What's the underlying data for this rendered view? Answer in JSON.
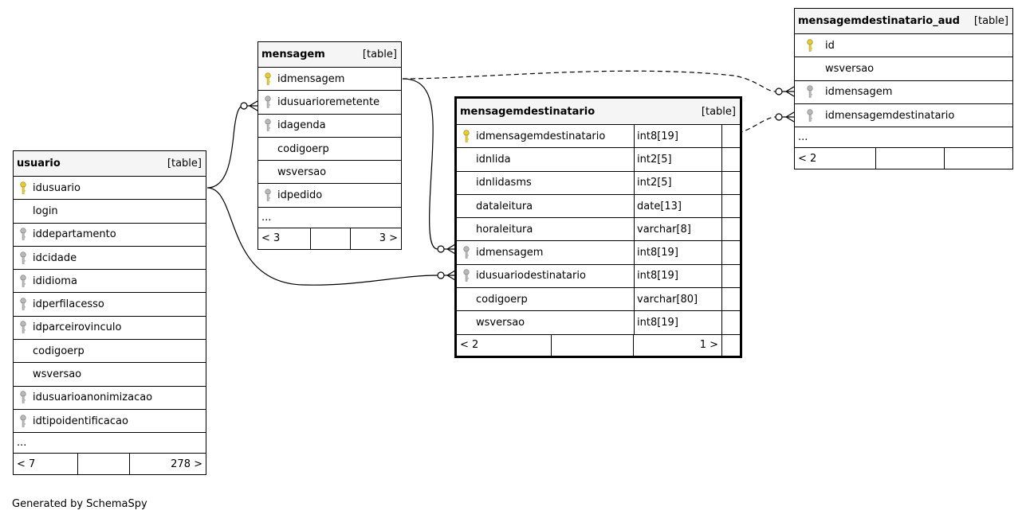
{
  "footer": "Generated by SchemaSpy",
  "tables": {
    "mensagemdestinatario_aud": {
      "name": "mensagemdestinatario_aud",
      "type": "[table]",
      "columns": [
        {
          "name": "id",
          "key": "primary"
        },
        {
          "name": "wsversao",
          "key": "none"
        },
        {
          "name": "idmensagem",
          "key": "foreign"
        },
        {
          "name": "idmensagemdestinatario",
          "key": "foreign"
        }
      ],
      "more": "...",
      "parents": "< 2",
      "children": ""
    },
    "mensagem": {
      "name": "mensagem",
      "type": "[table]",
      "columns": [
        {
          "name": "idmensagem",
          "key": "primary"
        },
        {
          "name": "idusuarioremetente",
          "key": "foreign"
        },
        {
          "name": "idagenda",
          "key": "foreign"
        },
        {
          "name": "codigoerp",
          "key": "none"
        },
        {
          "name": "wsversao",
          "key": "none"
        },
        {
          "name": "idpedido",
          "key": "foreign"
        }
      ],
      "more": "...",
      "parents": "< 3",
      "children": "3 >"
    },
    "mensagemdestinatario": {
      "name": "mensagemdestinatario",
      "type": "[table]",
      "columns": [
        {
          "name": "idmensagemdestinatario",
          "key": "primary",
          "datatype": "int8[19]"
        },
        {
          "name": "idnlida",
          "key": "none",
          "datatype": "int2[5]"
        },
        {
          "name": "idnlidasms",
          "key": "none",
          "datatype": "int2[5]"
        },
        {
          "name": "dataleitura",
          "key": "none",
          "datatype": "date[13]"
        },
        {
          "name": "horaleitura",
          "key": "none",
          "datatype": "varchar[8]"
        },
        {
          "name": "idmensagem",
          "key": "foreign",
          "datatype": "int8[19]"
        },
        {
          "name": "idusuariodestinatario",
          "key": "foreign",
          "datatype": "int8[19]"
        },
        {
          "name": "codigoerp",
          "key": "none",
          "datatype": "varchar[80]"
        },
        {
          "name": "wsversao",
          "key": "none",
          "datatype": "int8[19]"
        }
      ],
      "parents": "< 2",
      "children": "1 >"
    },
    "usuario": {
      "name": "usuario",
      "type": "[table]",
      "columns": [
        {
          "name": "idusuario",
          "key": "primary"
        },
        {
          "name": "login",
          "key": "none"
        },
        {
          "name": "iddepartamento",
          "key": "foreign"
        },
        {
          "name": "idcidade",
          "key": "foreign"
        },
        {
          "name": "ididioma",
          "key": "foreign"
        },
        {
          "name": "idperfilacesso",
          "key": "foreign"
        },
        {
          "name": "idparceirovinculo",
          "key": "foreign"
        },
        {
          "name": "codigoerp",
          "key": "none"
        },
        {
          "name": "wsversao",
          "key": "none"
        },
        {
          "name": "idusuarioanonimizacao",
          "key": "foreign"
        },
        {
          "name": "idtipoidentificacao",
          "key": "foreign"
        }
      ],
      "more": "...",
      "parents": "< 7",
      "children": "278 >"
    }
  },
  "relationships": [
    {
      "from": "mensagem.idusuarioremetente",
      "to": "usuario.idusuario",
      "style": "solid"
    },
    {
      "from": "mensagemdestinatario.idusuariodestinatario",
      "to": "usuario.idusuario",
      "style": "solid"
    },
    {
      "from": "mensagemdestinatario.idmensagem",
      "to": "mensagem.idmensagem",
      "style": "solid"
    },
    {
      "from": "mensagemdestinatario_aud.idmensagem",
      "to": "mensagem.idmensagem",
      "style": "dashed"
    },
    {
      "from": "mensagemdestinatario_aud.idmensagemdestinatario",
      "to": "mensagemdestinatario.idmensagemdestinatario",
      "style": "dashed"
    }
  ],
  "colors": {
    "primary_key": "#f0d000",
    "foreign_key": "#b8b8b8",
    "header_bg": "#f5f5f5"
  }
}
